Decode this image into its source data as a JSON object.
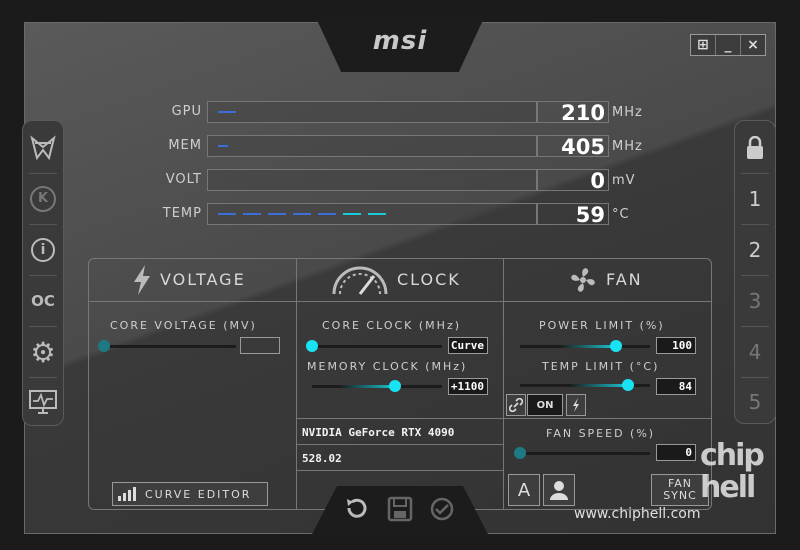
{
  "app": {
    "logo": "msi"
  },
  "window_controls": {
    "windows": "⊞",
    "minimize": "_",
    "close": "×"
  },
  "colors": {
    "accent": "#19e3f2",
    "bar_blue": "#3b6fd6",
    "bar_cyan": "#19c9d6"
  },
  "left_sidebar": [
    {
      "icon": "kombustor-icon"
    },
    {
      "icon": "k-badge-icon",
      "label": "K"
    },
    {
      "icon": "info-icon",
      "label": "i"
    },
    {
      "icon": "oc-scanner-icon",
      "label": "OC"
    },
    {
      "icon": "gear-icon",
      "label": "⚙"
    },
    {
      "icon": "monitor-icon"
    }
  ],
  "right_sidebar": {
    "lock_icon": "lock-icon",
    "profiles": [
      "1",
      "2",
      "3",
      "4",
      "5"
    ]
  },
  "meters": [
    {
      "label": "GPU",
      "value": "210",
      "unit": "MHz",
      "level": 0.06
    },
    {
      "label": "MEM",
      "value": "405",
      "unit": "MHz",
      "level": 0.03
    },
    {
      "label": "VOLT",
      "value": "0",
      "unit": "mV",
      "level": 0
    },
    {
      "label": "TEMP",
      "value": "59",
      "unit": "°C",
      "level": 0.58
    }
  ],
  "voltage": {
    "title": "VOLTAGE",
    "core_voltage_label": "CORE VOLTAGE (MV)",
    "core_voltage_value": "",
    "curve_editor_label": "CURVE EDITOR"
  },
  "clock": {
    "title": "CLOCK",
    "core_clock_label": "CORE CLOCK (MHz)",
    "core_clock_value": "Curve",
    "memory_clock_label": "MEMORY CLOCK (MHz)",
    "memory_clock_value": "+1100",
    "gpu_name": "NVIDIA GeForce RTX 4090",
    "driver_version": "528.02"
  },
  "fan": {
    "title": "FAN",
    "power_limit_label": "POWER LIMIT (%)",
    "power_limit_value": "100",
    "temp_limit_label": "TEMP LIMIT (°C)",
    "temp_limit_value": "84",
    "link_toggle_label": "ON",
    "fan_speed_label": "FAN SPEED (%)",
    "fan_speed_value": "0",
    "auto_label": "A",
    "fan_sync_line1": "FAN",
    "fan_sync_line2": "SYNC"
  },
  "watermark": {
    "url": "www.chiphell.com",
    "brand": "chip hell"
  }
}
